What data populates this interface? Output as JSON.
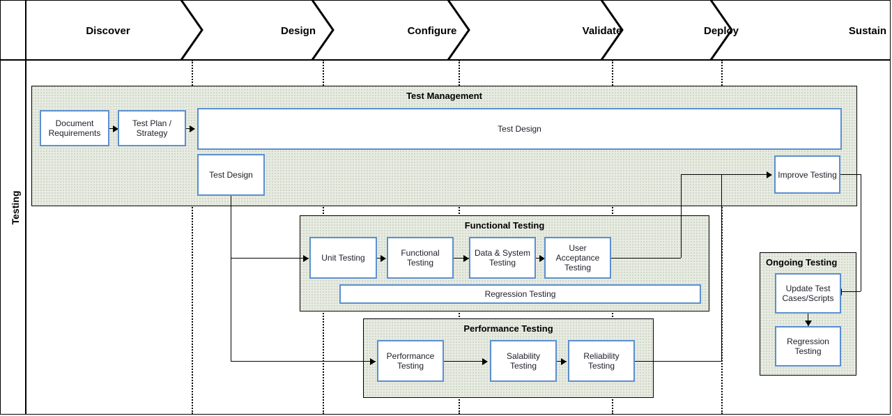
{
  "diagram": {
    "lane_title": "Testing",
    "phases": [
      {
        "label": "Discover"
      },
      {
        "label": "Design"
      },
      {
        "label": "Configure"
      },
      {
        "label": "Validate"
      },
      {
        "label": "Deploy"
      },
      {
        "label": "Sustain"
      }
    ],
    "panels": {
      "test_management": {
        "title": "Test Management"
      },
      "functional_testing": {
        "title": "Functional Testing"
      },
      "performance_testing": {
        "title": "Performance Testing"
      },
      "ongoing_testing": {
        "title": "Ongoing Testing"
      }
    },
    "boxes": {
      "document_requirements": "Document Requirements",
      "test_plan_strategy": "Test Plan / Strategy",
      "test_design_wide": "Test Design",
      "test_design_small": "Test Design",
      "improve_testing": "Improve Testing",
      "unit_testing": "Unit Testing",
      "functional_testing": "Functional Testing",
      "data_system_testing": "Data & System Testing",
      "user_acceptance_testing": "User Acceptance Testing",
      "regression_testing_functional": "Regression Testing",
      "performance_testing": "Performance Testing",
      "salability_testing": "Salability Testing",
      "reliability_testing": "Reliability Testing",
      "update_test_cases_scripts": "Update Test Cases/Scripts",
      "regression_testing_ongoing": "Regression Testing"
    },
    "colors": {
      "box_border": "#5b8fd0",
      "panel_fill": "#e8ebe2",
      "line": "#000000",
      "text": "#1c1c28"
    }
  }
}
